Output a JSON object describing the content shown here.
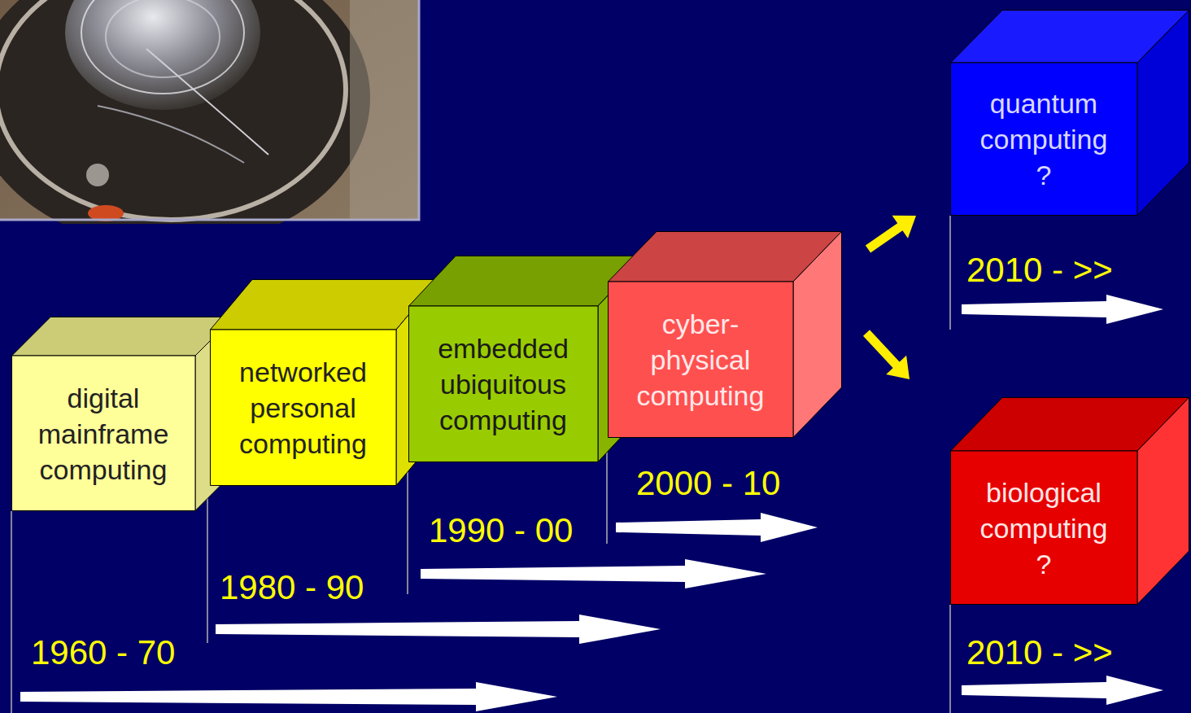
{
  "diagram": {
    "nodes": [
      {
        "text": [
          "digital mainframe computing"
        ]
      },
      {
        "text": [
          "networked personal computing"
        ]
      },
      {
        "text": [
          "embedded ubiquitous computing"
        ]
      },
      {
        "text": [
          "cyber- physical computing"
        ]
      },
      {
        "text": [
          "quantum computing ?"
        ]
      },
      {
        "text": [
          "biological computing ?"
        ]
      }
    ],
    "edges": [
      {
        "from": 3,
        "to": 4,
        "arrow": "to"
      },
      {
        "from": 3,
        "to": 5,
        "arrow": "to"
      }
    ],
    "labels": [
      "2010 - >>",
      "2000 - 10",
      "1990 - 00",
      "1980 - 90",
      "2010 - >>",
      "1960 - 70"
    ]
  }
}
